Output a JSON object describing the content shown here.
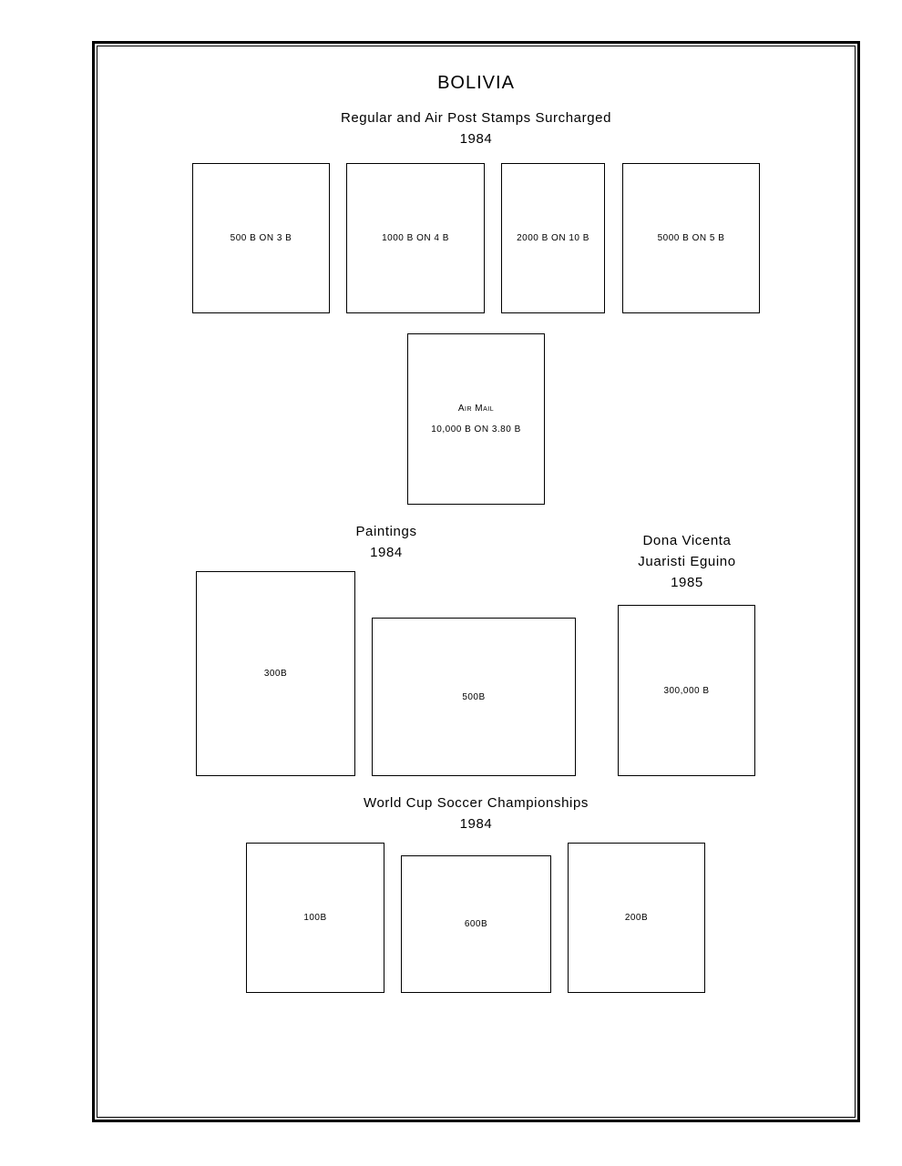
{
  "page": {
    "title": "BOLIVIA"
  },
  "sections": {
    "surcharged": {
      "heading": "Regular and Air Post Stamps Surcharged",
      "year": "1984",
      "stamps": [
        "500 B ON 3 B",
        "1000 B ON 4 B",
        "2000 B ON 10 B",
        "5000 B ON 5 B"
      ],
      "airmail": {
        "line1": "Air Mail",
        "line2": "10,000 B ON 3.80 B"
      }
    },
    "paintings": {
      "heading": "Paintings",
      "year": "1984",
      "stamps": [
        "300B",
        "500B"
      ]
    },
    "dona_vicenta": {
      "heading_line1": "Dona Vicenta",
      "heading_line2": "Juaristi Eguino",
      "year": "1985",
      "stamps": [
        "300,000 B"
      ]
    },
    "world_cup": {
      "heading": "World Cup Soccer Championships",
      "year": "1984",
      "stamps": [
        "100B",
        "600B",
        "200B"
      ]
    }
  }
}
